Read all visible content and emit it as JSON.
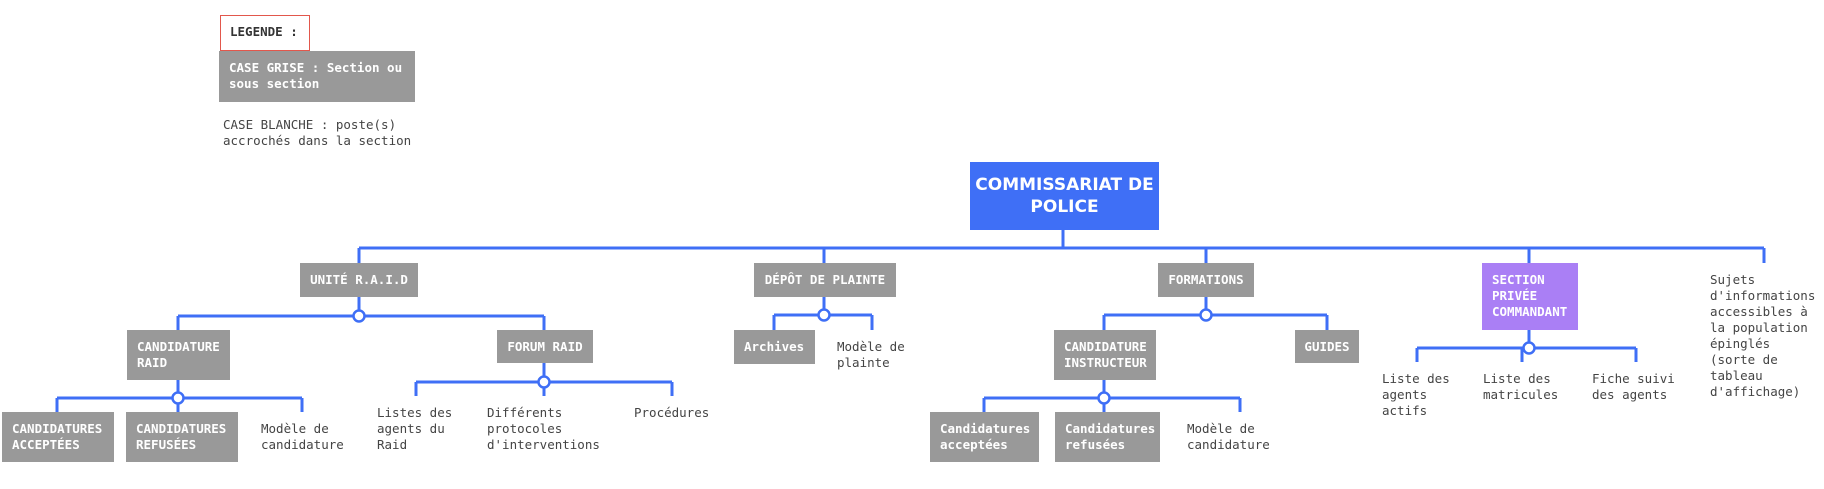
{
  "legend": {
    "title": "LEGENDE :",
    "grey_case": "CASE GRISE : Section ou\nsous section",
    "white_case": "CASE BLANCHE : poste(s)\naccrochés dans la section"
  },
  "diagram": {
    "root": "COMMISSARIAT DE\nPOLICE",
    "sections": {
      "raid": {
        "label": "UNITÉ R.A.I.D",
        "candidature": {
          "label": "CANDIDATURE\nRAID",
          "acceptees": "CANDIDATURES\nACCEPTÉES",
          "refusees": "CANDIDATURES\nREFUSÉES",
          "modele": "Modèle de\ncandidature"
        },
        "forum": {
          "label": "FORUM RAID",
          "listes": "Listes des\nagents du\nRaid",
          "protocoles": "Différents\nprotocoles\nd'interventions",
          "procedures": "Procédures"
        }
      },
      "depot": {
        "label": "DÉPÔT DE PLAINTE",
        "archives": "Archives",
        "modele": "Modèle de\nplainte"
      },
      "formations": {
        "label": "FORMATIONS",
        "candidature": {
          "label": "CANDIDATURE\nINSTRUCTEUR",
          "acceptees": "Candidatures\nacceptées",
          "refusees": "Candidatures\nrefusées",
          "modele": "Modèle de\ncandidature"
        },
        "guides": "GUIDES"
      },
      "privee": {
        "label": "SECTION\nPRIVÉE\nCOMMANDANT",
        "liste_agents": "Liste des\nagents\nactifs",
        "matricules": "Liste des\nmatricules",
        "fiche": "Fiche suivi\ndes agents"
      },
      "sujets": "Sujets\nd'informations\naccessibles à\nla population\népinglés\n(sorte de\ntableau\nd'affichage)"
    }
  },
  "colors": {
    "connector": "#3f6ff6",
    "root": "#3f6ff6",
    "section_grey": "#999999",
    "private_section": "#aa7ff5",
    "legend_border": "#e2574c"
  }
}
